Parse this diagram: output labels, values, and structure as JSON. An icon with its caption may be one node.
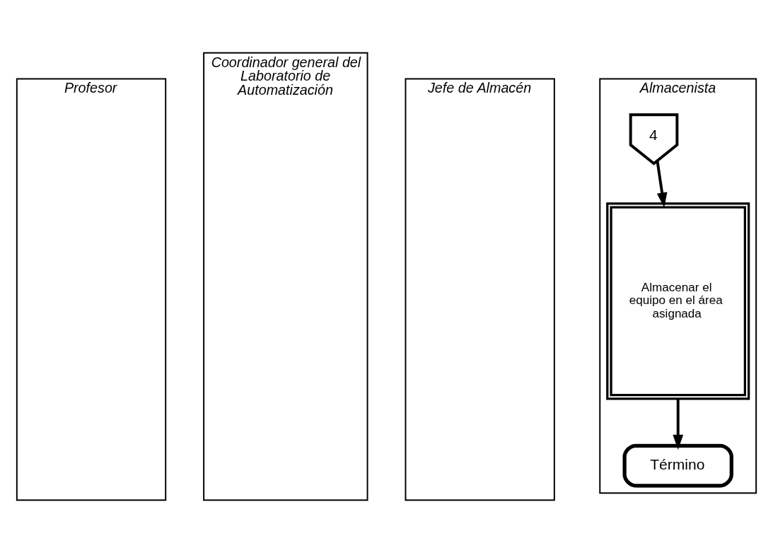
{
  "diagram": {
    "nodes": [
      {
        "text": [
          "Profesor"
        ]
      },
      {
        "text": [
          "Coordinador general del Laboratorio de Automatización"
        ]
      },
      {
        "text": [
          "Jefe de Almacén"
        ]
      },
      {
        "text": [
          "Almacenista"
        ]
      },
      {
        "text": [
          "4"
        ],
        "in": 3
      },
      {
        "text": [
          "Almacenar el equipo en el área asignada"
        ],
        "in": 3
      },
      {
        "text": [
          "Término"
        ],
        "in": 3
      }
    ],
    "edges": [
      {
        "from": 4,
        "to": 5,
        "arrow": "to"
      },
      {
        "from": 5,
        "to": 6,
        "arrow": "to"
      }
    ]
  }
}
